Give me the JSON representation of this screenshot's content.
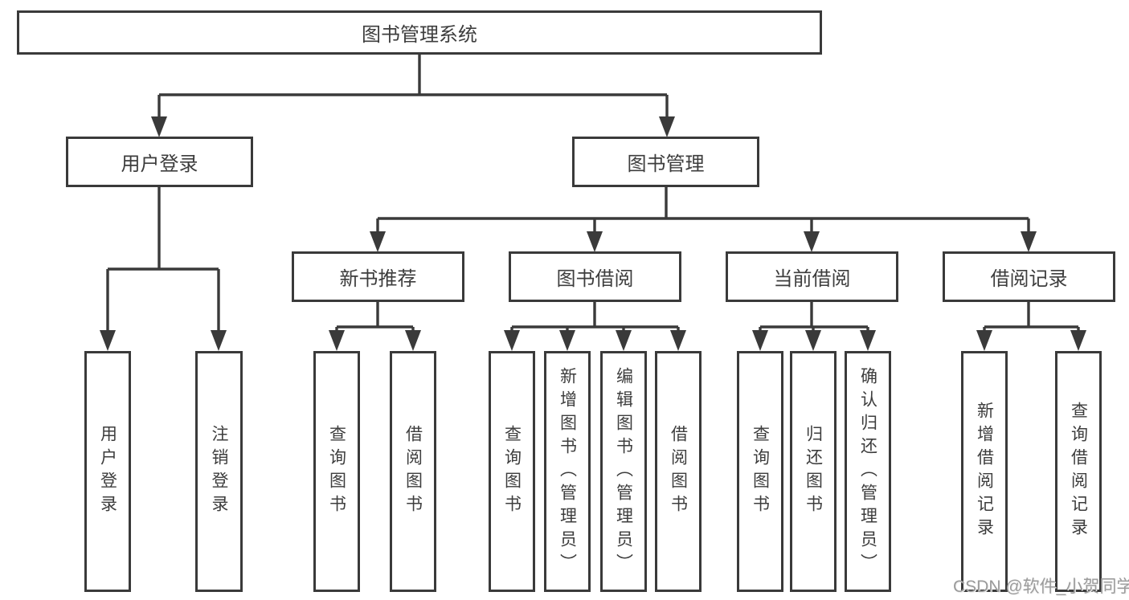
{
  "tree": {
    "label": "图书管理系统",
    "children": [
      {
        "label": "用户登录",
        "children": [
          {
            "label": "用户登录"
          },
          {
            "label": "注销登录"
          }
        ]
      },
      {
        "label": "图书管理",
        "children": [
          {
            "label": "新书推荐",
            "children": [
              {
                "label": "查询图书"
              },
              {
                "label": "借阅图书"
              }
            ]
          },
          {
            "label": "图书借阅",
            "children": [
              {
                "label": "查询图书"
              },
              {
                "label": "新增图书（管理员）"
              },
              {
                "label": "编辑图书（管理员）"
              },
              {
                "label": "借阅图书"
              }
            ]
          },
          {
            "label": "当前借阅",
            "children": [
              {
                "label": "查询图书"
              },
              {
                "label": "归还图书"
              },
              {
                "label": "确认归还（管理员）"
              }
            ]
          },
          {
            "label": "借阅记录",
            "children": [
              {
                "label": "新增借阅记录"
              },
              {
                "label": "查询借阅记录"
              }
            ]
          }
        ]
      }
    ]
  },
  "watermark": {
    "text": "CSDN @软件_小贺同学"
  },
  "colors": {
    "line": "#3a3a3a",
    "text": "#3d3d3d",
    "watermark": "#9b9b9b",
    "background": "#ffffff"
  }
}
